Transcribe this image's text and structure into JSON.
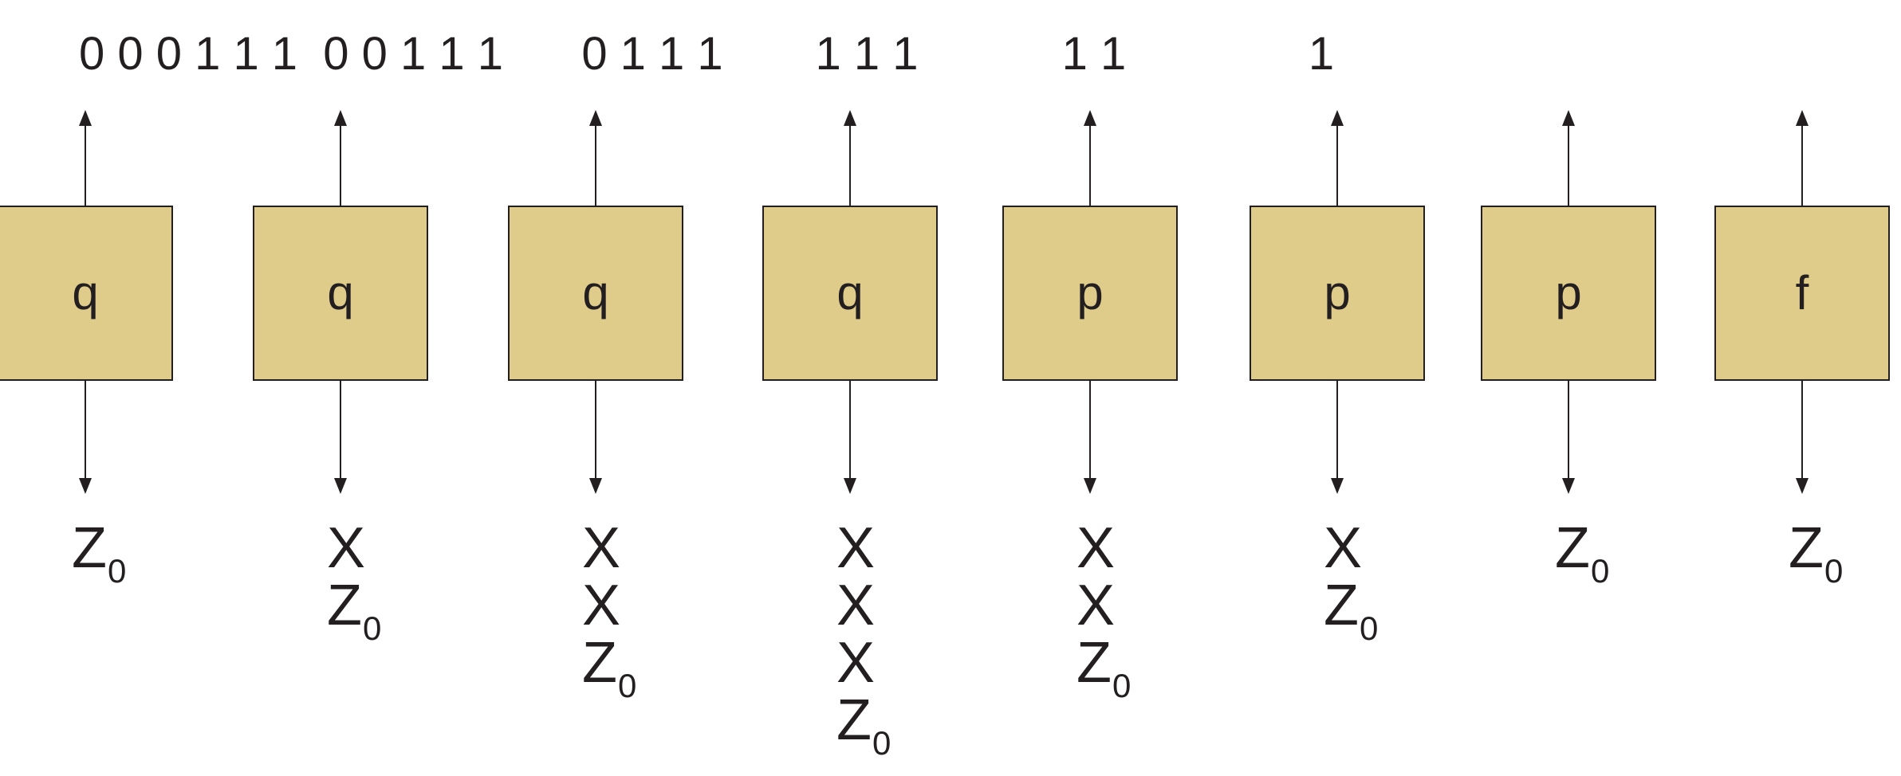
{
  "columns": [
    {
      "input": "0 0 0 1 1 1  0 0 1 1 1",
      "state": "q",
      "stack": [
        {
          "symbol": "Z",
          "subscript": "0"
        }
      ]
    },
    {
      "input": "",
      "state": "q",
      "stack": [
        {
          "symbol": "X",
          "subscript": ""
        },
        {
          "symbol": "Z",
          "subscript": "0"
        }
      ]
    },
    {
      "input": "0 1 1 1",
      "state": "q",
      "stack": [
        {
          "symbol": "X",
          "subscript": ""
        },
        {
          "symbol": "X",
          "subscript": ""
        },
        {
          "symbol": "Z",
          "subscript": "0"
        }
      ]
    },
    {
      "input": "1 1 1",
      "state": "q",
      "stack": [
        {
          "symbol": "X",
          "subscript": ""
        },
        {
          "symbol": "X",
          "subscript": ""
        },
        {
          "symbol": "X",
          "subscript": ""
        },
        {
          "symbol": "Z",
          "subscript": "0"
        }
      ]
    },
    {
      "input": "1 1",
      "state": "p",
      "stack": [
        {
          "symbol": "X",
          "subscript": ""
        },
        {
          "symbol": "X",
          "subscript": ""
        },
        {
          "symbol": "Z",
          "subscript": "0"
        }
      ]
    },
    {
      "input": "1",
      "state": "p",
      "stack": [
        {
          "symbol": "X",
          "subscript": ""
        },
        {
          "symbol": "Z",
          "subscript": "0"
        }
      ]
    },
    {
      "input": "",
      "state": "p",
      "stack": [
        {
          "symbol": "Z",
          "subscript": "0"
        }
      ]
    },
    {
      "input": "",
      "state": "f",
      "stack": [
        {
          "symbol": "Z",
          "subscript": "0"
        }
      ]
    }
  ],
  "colors": {
    "box_fill": "#e0cc8a",
    "stroke": "#231f20",
    "background": "#ffffff"
  }
}
